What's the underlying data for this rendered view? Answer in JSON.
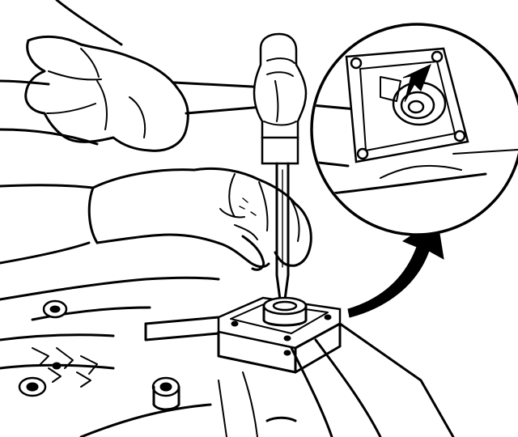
{
  "figure": {
    "background_color": "#ffffff",
    "ink_color": "#000000",
    "content": [
      "hand-holding-hammer",
      "hand-holding-drift-punch",
      "housing-with-seal",
      "detail-inset-circle",
      "callout-arrow"
    ]
  }
}
